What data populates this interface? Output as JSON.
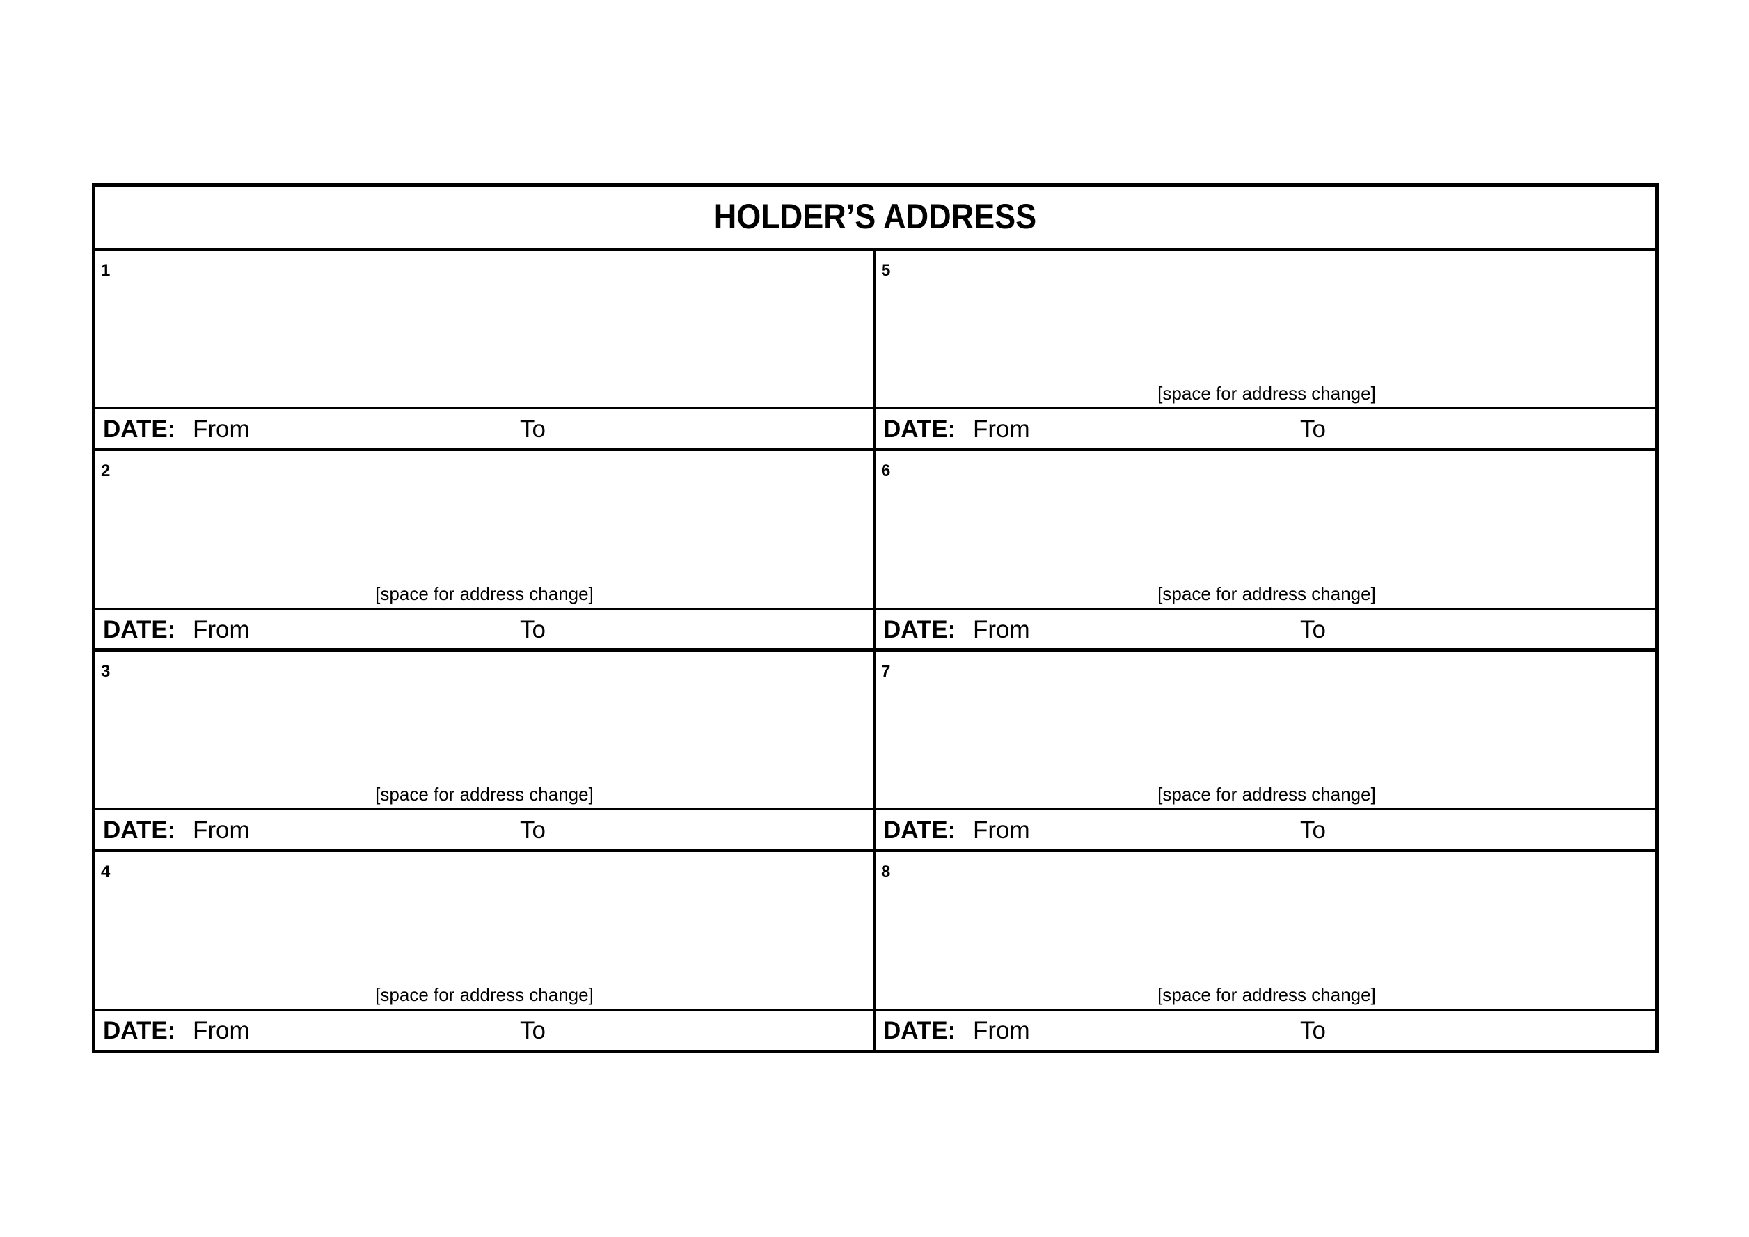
{
  "form": {
    "title": "HOLDER’S ADDRESS",
    "date_label": "DATE:",
    "from_label": "From",
    "to_label": "To",
    "hint": "[space for address change]",
    "blocks": [
      {
        "number": "1",
        "hint": ""
      },
      {
        "number": "2",
        "hint": "[space for address change]"
      },
      {
        "number": "3",
        "hint": "[space for address change]"
      },
      {
        "number": "4",
        "hint": "[space for address change]"
      },
      {
        "number": "5",
        "hint": "[space for address change]"
      },
      {
        "number": "6",
        "hint": "[space for address change]"
      },
      {
        "number": "7",
        "hint": "[space for address change]"
      },
      {
        "number": "8",
        "hint": "[space for address change]"
      }
    ]
  }
}
